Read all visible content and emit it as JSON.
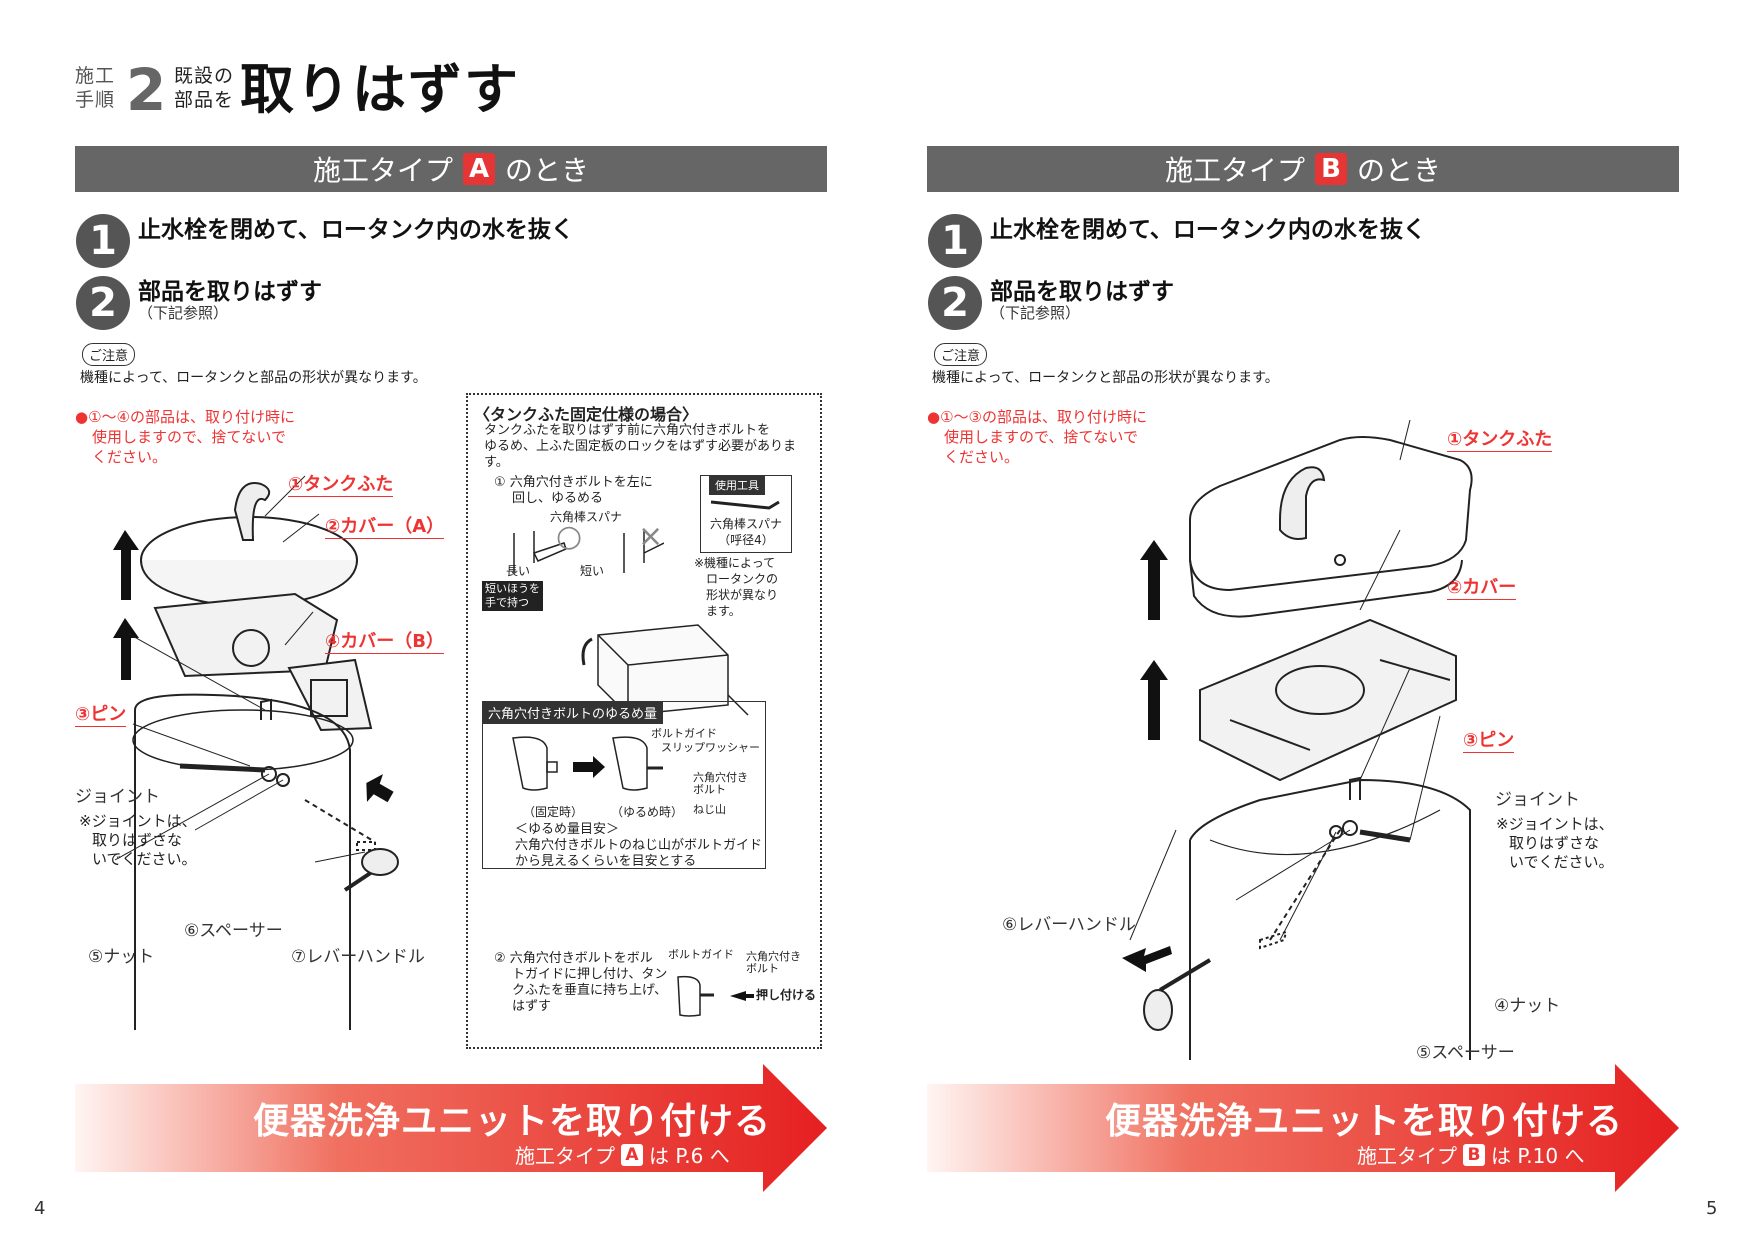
{
  "header": {
    "label_line1": "施工",
    "label_line2": "手順",
    "step_number": "2",
    "sub_line1": "既設の",
    "sub_line2": "部品を",
    "title": "取りはずす"
  },
  "left": {
    "bar_prefix": "施工タイプ",
    "bar_badge": "A",
    "bar_suffix": "のとき",
    "steps": [
      {
        "num": "1",
        "text": "止水栓を閉めて、ロータンク内の水を抜く",
        "sub": ""
      },
      {
        "num": "2",
        "text": "部品を取りはずす",
        "sub": "（下記参照）"
      }
    ],
    "caution_tag": "ご注意",
    "caution_text": "機種によって、ロータンクと部品の形状が異なります。",
    "red_note_1": "●①～④の部品は、取り付け時に",
    "red_note_2": "使用しますので、捨てないで",
    "red_note_3": "ください。",
    "parts": {
      "tank_lid": "①タンクふた",
      "cover_a": "②カバー（A）",
      "pin": "③ピン",
      "cover_b": "④カバー（B）",
      "joint": "ジョイント",
      "joint_note_1": "※ジョイントは、",
      "joint_note_2": "取りはずさな",
      "joint_note_3": "いでください。",
      "nut": "⑤ナット",
      "spacer": "⑥スペーサー",
      "lever": "⑦レバーハンドル"
    },
    "fixed_box": {
      "title": "〈タンクふた固定仕様の場合〉",
      "desc_1": "タンクふたを取りはずす前に六角穴付きボルトを",
      "desc_2": "ゆるめ、上ふた固定板のロックをはずす必要があります。",
      "step1_1": "① 六角穴付きボルトを左に",
      "step1_2": "回し、ゆるめる",
      "hex_wrench": "六角棒スパナ",
      "long": "長い",
      "short": "短い",
      "hold_1": "短いほうを",
      "hold_2": "手で持つ",
      "ok_mark": "○",
      "ng_mark": "×",
      "tool_head": "使用工具",
      "tool_name_1": "六角棒スパナ",
      "tool_name_2": "（呼径4）",
      "tool_note_1": "※機種によって",
      "tool_note_2": "ロータンクの",
      "tool_note_3": "形状が異なり",
      "tool_note_4": "ます。",
      "loosen_head": "六角穴付きボルトのゆるめ量",
      "bolt_guide": "ボルトガイド",
      "slip_washer": "スリップワッシャー",
      "hex_bolt_1": "六角穴付き",
      "hex_bolt_2": "ボルト",
      "fixed": "（固定時）",
      "loosened": "（ゆるめ時）",
      "thread": "ねじ山",
      "guide_title": "＜ゆるめ量目安＞",
      "guide_1": "六角穴付きボルトのねじ山がボルトガイド",
      "guide_2": "から見えるくらいを目安とする",
      "step2_1": "② 六角穴付きボルトをボル",
      "step2_2": "トガイドに押し付け、タン",
      "step2_3": "クふたを垂直に持ち上げ、",
      "step2_4": "はずす",
      "bolt_guide2": "ボルトガイド",
      "hex_bolt2_1": "六角穴付き",
      "hex_bolt2_2": "ボルト",
      "press": "押し付ける"
    },
    "banner_main": "便器洗浄ユニットを取り付ける",
    "banner_prefix": "施工タイプ",
    "banner_badge": "A",
    "banner_suffix": "は P.6 へ",
    "page_number": "4"
  },
  "right": {
    "bar_prefix": "施工タイプ",
    "bar_badge": "B",
    "bar_suffix": "のとき",
    "steps": [
      {
        "num": "1",
        "text": "止水栓を閉めて、ロータンク内の水を抜く",
        "sub": ""
      },
      {
        "num": "2",
        "text": "部品を取りはずす",
        "sub": "（下記参照）"
      }
    ],
    "caution_tag": "ご注意",
    "caution_text": "機種によって、ロータンクと部品の形状が異なります。",
    "red_note_1": "●①～③の部品は、取り付け時に",
    "red_note_2": "使用しますので、捨てないで",
    "red_note_3": "ください。",
    "parts": {
      "tank_lid": "①タンクふた",
      "cover": "②カバー",
      "pin": "③ピン",
      "joint": "ジョイント",
      "joint_note_1": "※ジョイントは、",
      "joint_note_2": "取りはずさな",
      "joint_note_3": "いでください。",
      "lever": "⑥レバーハンドル",
      "nut": "④ナット",
      "spacer": "⑤スペーサー"
    },
    "banner_main": "便器洗浄ユニットを取り付ける",
    "banner_prefix": "施工タイプ",
    "banner_badge": "B",
    "banner_suffix": "は P.10 へ",
    "page_number": "5"
  }
}
